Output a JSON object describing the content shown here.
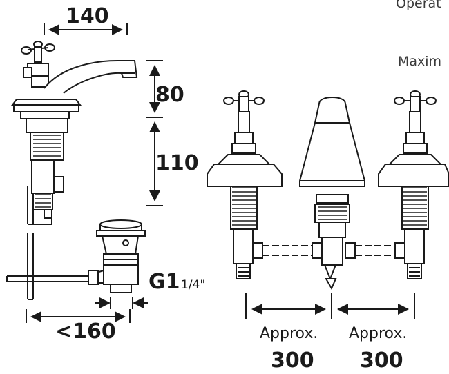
{
  "dimensions": {
    "spout_reach": "140",
    "spout_height": "80",
    "body_height": "110",
    "overall_depth": "<160",
    "waste_thread": "G1",
    "waste_thread_fraction": "1/4\"",
    "spacing_left_label": "Approx.",
    "spacing_left_value": "300",
    "spacing_right_label": "Approx.",
    "spacing_right_value": "300"
  },
  "side_text": {
    "line1": "Operat",
    "line2": "Maxim"
  }
}
